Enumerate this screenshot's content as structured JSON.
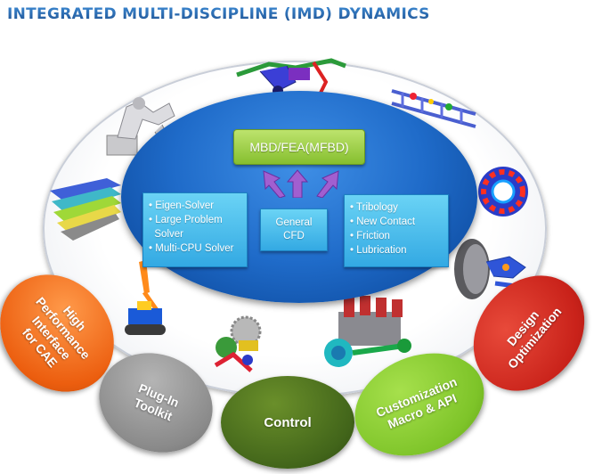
{
  "title": "INTEGRATED MULTI-DISCIPLINE (IMD) DYNAMICS",
  "center": {
    "main_label": "MBD/FEA(MFBD)",
    "left_panel": [
      "Eigen-Solver",
      "Large Problem",
      "Solver",
      "Multi-CPU  Solver"
    ],
    "center_panel": [
      "General",
      "CFD"
    ],
    "right_panel": [
      "Tribology",
      "New Contact",
      "Friction",
      "Lubrication"
    ]
  },
  "features": [
    {
      "label": "High\nPerformance\nInterface\nfor CAE",
      "color": "#ec5e0f"
    },
    {
      "label": "Plug-In\nToolkit",
      "color": "#8a8a8a"
    },
    {
      "label": "Control",
      "color": "#42651a"
    },
    {
      "label": "Customization\nMacro & API",
      "color": "#7ec429"
    },
    {
      "label": "Design\nOptimization",
      "color": "#c9221a"
    }
  ],
  "models": [
    "robot-arm-icon",
    "chassis-frame-icon",
    "ladder-frame-icon",
    "bearing-icon",
    "wheel-suspension-icon",
    "engine-icon",
    "gear-train-icon",
    "excavator-icon",
    "blade-stack-icon"
  ]
}
